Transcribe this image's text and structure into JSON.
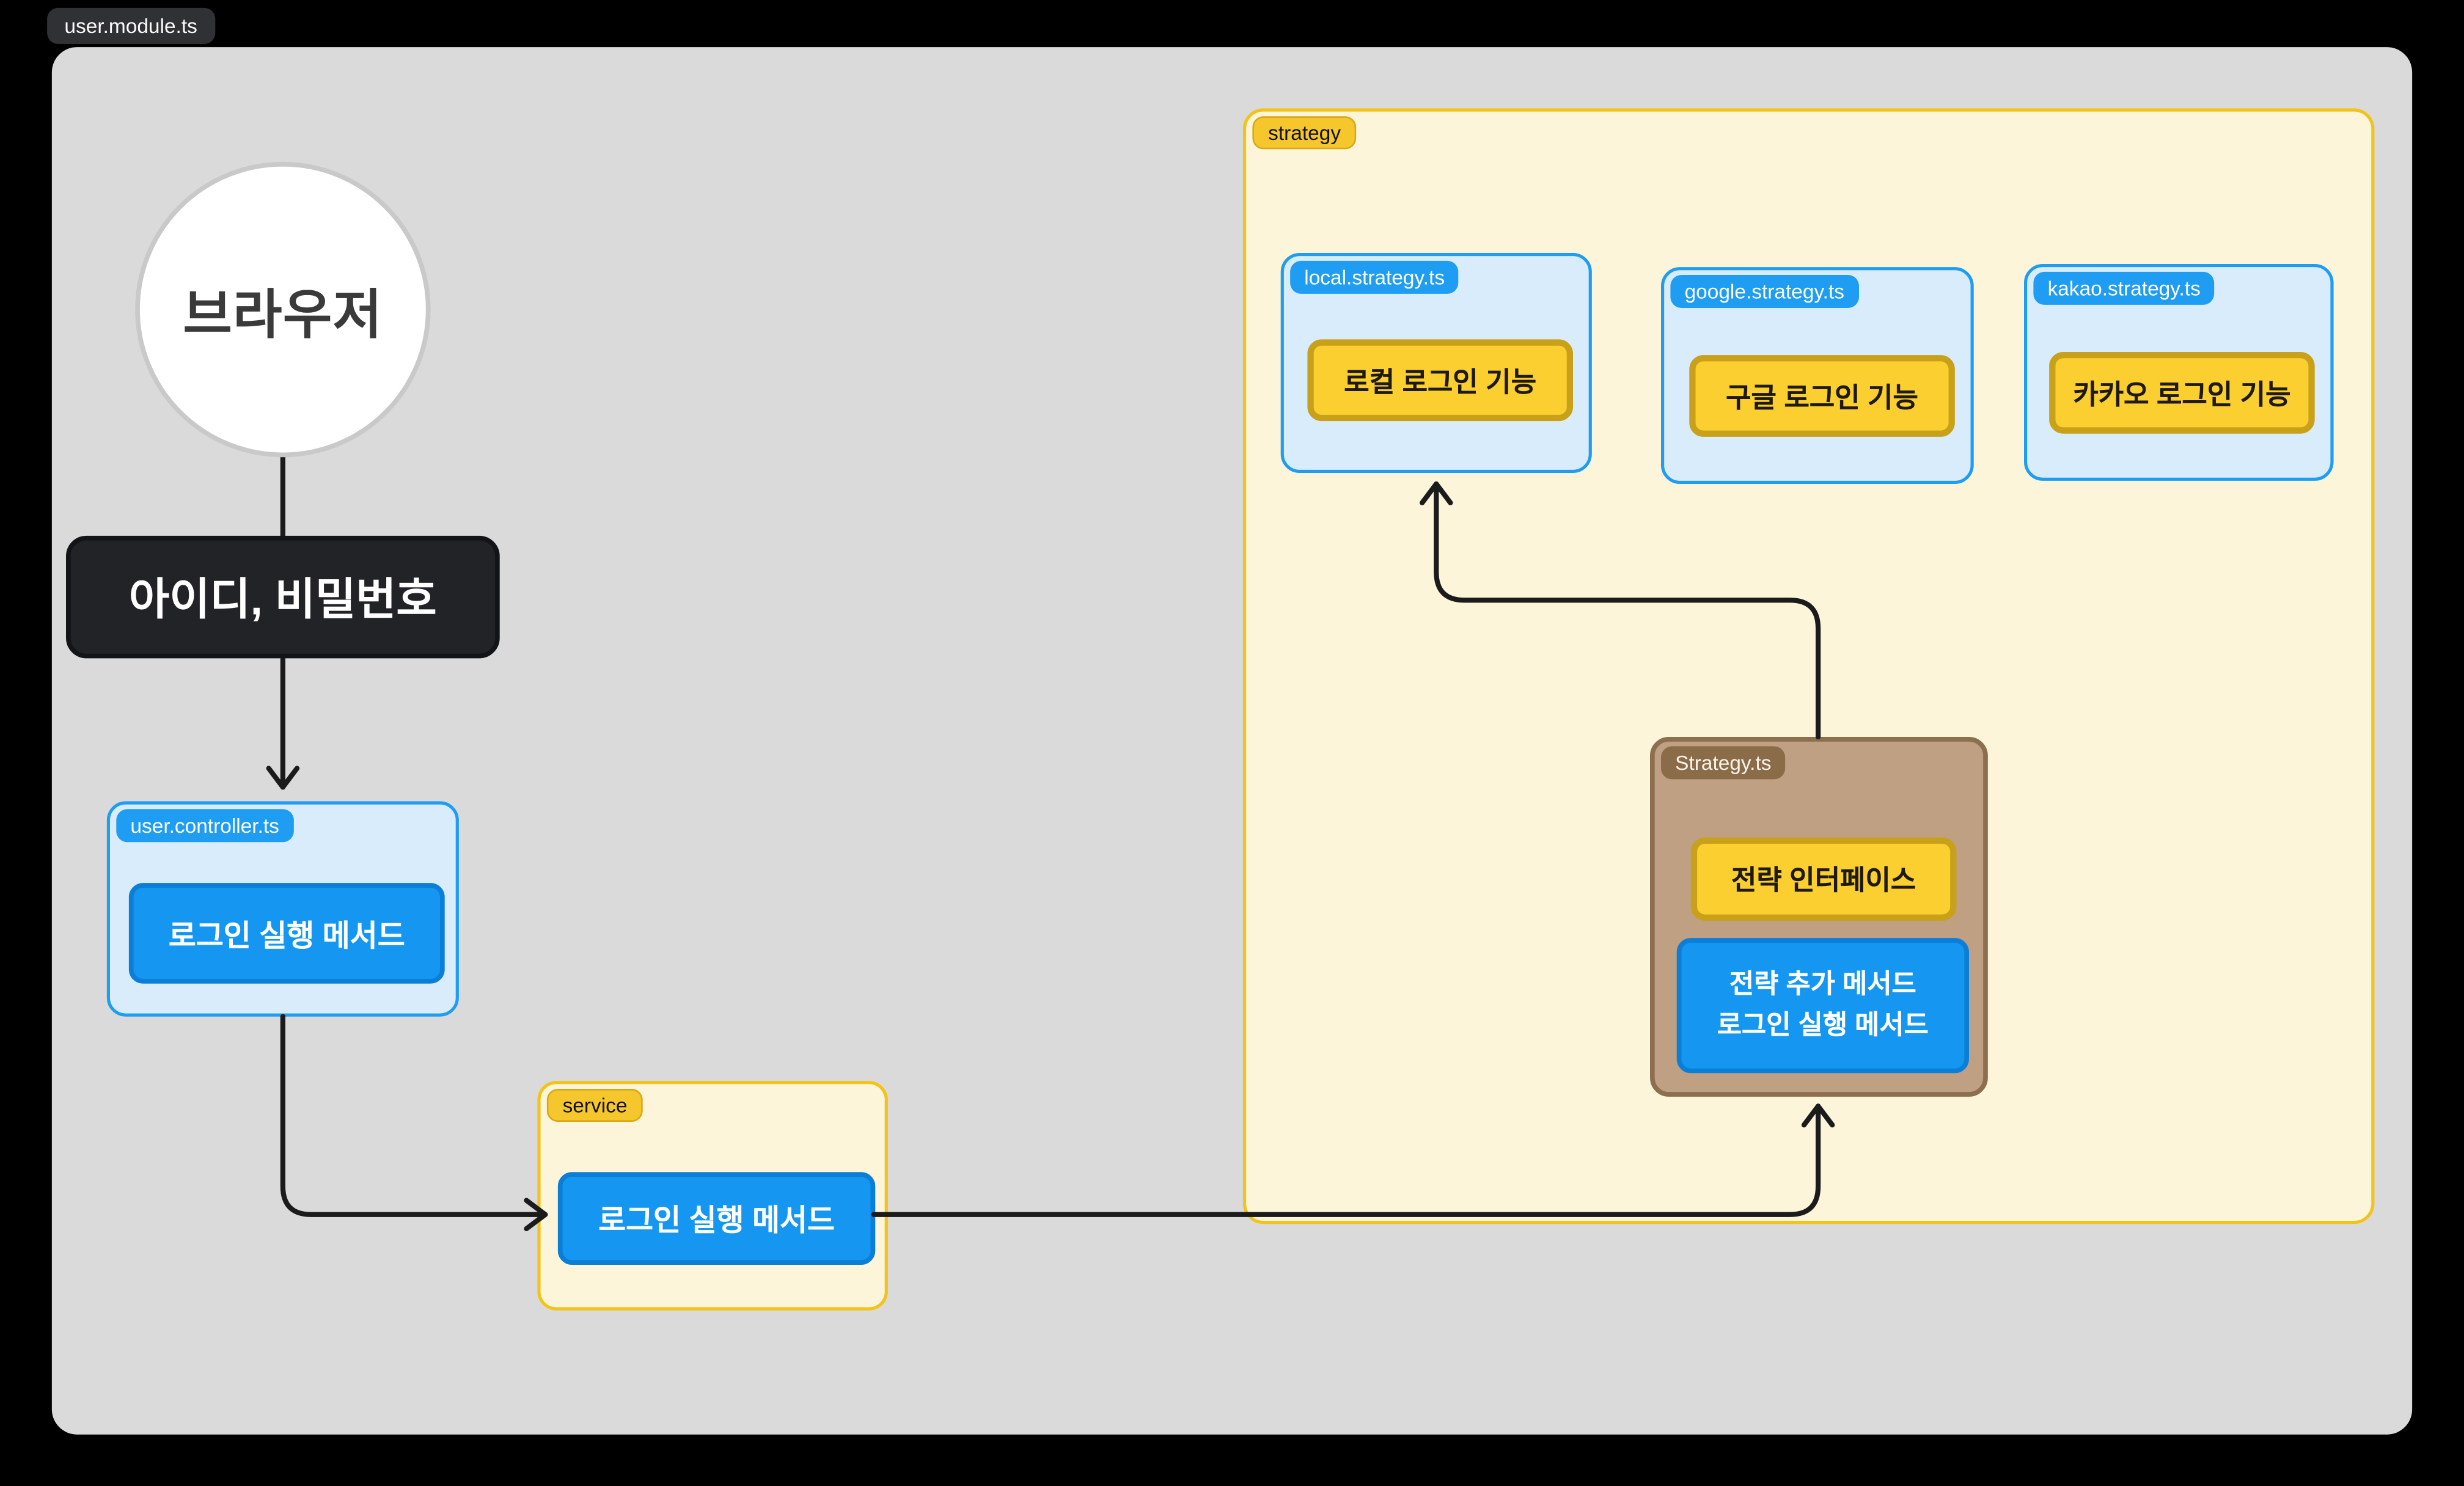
{
  "canvas_label": "user.module.ts",
  "diagram": {
    "browser": {
      "label": "브라우저"
    },
    "credentials": {
      "label": "아이디, 비밀번호"
    },
    "controller": {
      "tag": "user.controller.ts",
      "button": "로그인 실행 메서드"
    },
    "service": {
      "tag": "service",
      "button": "로그인 실행 메서드"
    },
    "strategy_group": {
      "tag": "strategy"
    },
    "local_strategy": {
      "tag": "local.strategy.ts",
      "button": "로컬 로그인 기능"
    },
    "google_strategy": {
      "tag": "google.strategy.ts",
      "button": "구글 로그인 기능"
    },
    "kakao_strategy": {
      "tag": "kakao.strategy.ts",
      "button": "카카오 로그인 기능"
    },
    "strategy_file": {
      "tag": "Strategy.ts",
      "interface_button": "전략 인터페이스",
      "methods_button_line1": "전략 추가 메서드",
      "methods_button_line2": "로그인 실행 메서드"
    }
  },
  "connections": [
    {
      "from": "브라우저",
      "to": "user.controller.ts",
      "label_node": "아이디, 비밀번호"
    },
    {
      "from": "user.controller.ts",
      "to": "service"
    },
    {
      "from": "service",
      "to": "Strategy.ts"
    },
    {
      "from": "Strategy.ts",
      "to": "local.strategy.ts"
    }
  ],
  "colors": {
    "page_bg": "#000000",
    "canvas_fill": "#dadada",
    "badge_bg": "#303135",
    "circle_border": "#c9c9c9",
    "dark_box_fill": "#222327",
    "dark_box_border": "#131418",
    "accent_blue": "#1e9df2",
    "light_blue_fill": "#d9ecfc",
    "blue_btn_fill": "#1597f1",
    "blue_btn_border": "#0b7ed8",
    "cream_fill": "#fdf5da",
    "gold_border": "#f2c318",
    "yellow_tag_fill": "#f6c62d",
    "yellow_tag_border": "#d7a816",
    "yellow_btn_fill": "#fccf31",
    "yellow_btn_border": "#c9a01a",
    "brown_fill": "#bfa083",
    "brown_border": "#8b6f4f",
    "brown_tag_fill": "#8a6c49",
    "line_color": "#1b1b1b"
  }
}
